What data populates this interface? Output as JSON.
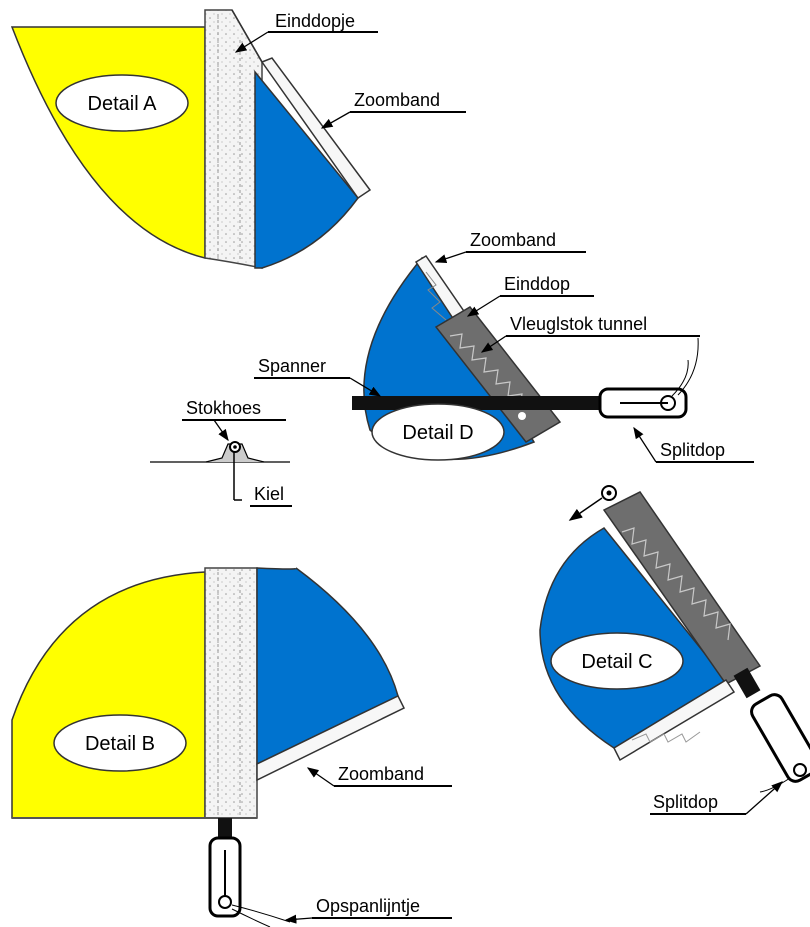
{
  "colors": {
    "sail_yellow": "#ffff00",
    "sail_blue": "#0073cf",
    "reinforcement_white": "#f2f2f2",
    "end_cap_grey": "#6e6e6e",
    "spar_black": "#111111"
  },
  "details": {
    "a": {
      "title": "Detail A",
      "labels": {
        "end_cap": "Einddopje",
        "hem_tape": "Zoomband"
      }
    },
    "b": {
      "title": "Detail B",
      "labels": {
        "hem_tape": "Zoomband",
        "tension_line": "Opspanlijntje"
      }
    },
    "c": {
      "title": "Detail C",
      "labels": {
        "split_cap": "Splitdop"
      }
    },
    "d": {
      "title": "Detail D",
      "labels": {
        "hem_tape": "Zoomband",
        "end_cap": "Einddop",
        "spar_tunnel": "Vleuglstok tunnel",
        "spreader": "Spanner",
        "split_cap": "Splitdop"
      }
    },
    "keel": {
      "labels": {
        "rod_cover": "Stokhoes",
        "keel": "Kiel"
      }
    }
  }
}
